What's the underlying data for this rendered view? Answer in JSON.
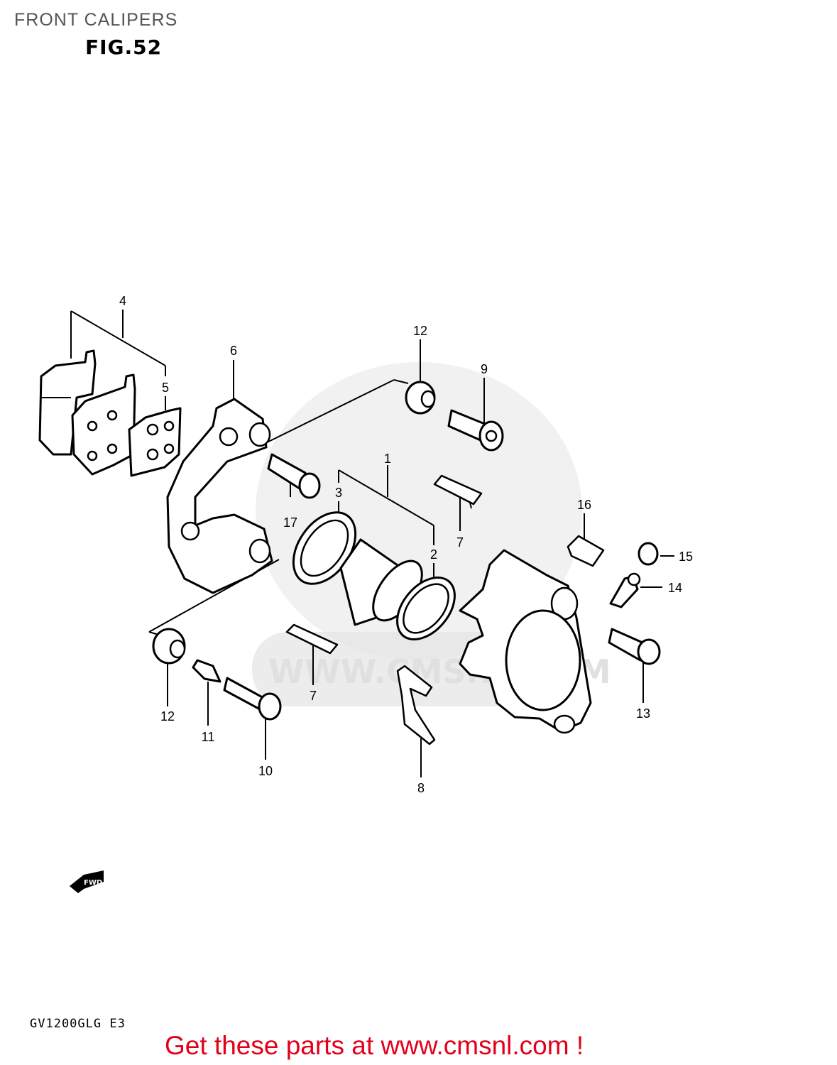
{
  "header": {
    "title": "FRONT CALIPERS",
    "figure": "FIG.52"
  },
  "watermark": {
    "text": "WWW.CMSNL.COM"
  },
  "callouts": [
    "1",
    "2",
    "3",
    "4",
    "5",
    "6",
    "7",
    "7",
    "8",
    "9",
    "10",
    "11",
    "12",
    "12",
    "13",
    "14",
    "15",
    "16",
    "17"
  ],
  "fwd_arrow": {
    "label": "FWD",
    "icon": "fwd-arrow-icon"
  },
  "footer": {
    "model_code": "GV1200GLG E3",
    "promo_link": "Get these parts at www.cmsnl.com !",
    "promo_color": "#e3001b"
  }
}
